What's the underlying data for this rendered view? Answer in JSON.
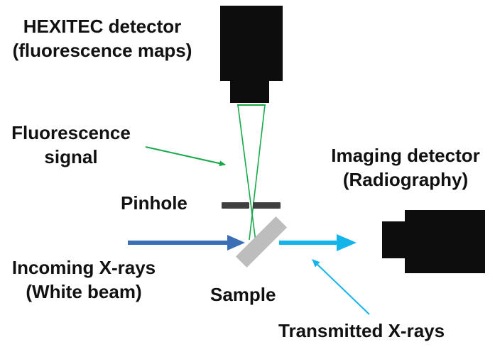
{
  "labels": {
    "hexitec_line1": "HEXITEC detector",
    "hexitec_line2": "(fluorescence maps)",
    "fluorescence_line1": "Fluorescence",
    "fluorescence_line2": "signal",
    "pinhole": "Pinhole",
    "incoming_line1": "Incoming X-rays",
    "incoming_line2": "(White beam)",
    "sample": "Sample",
    "imaging_line1": "Imaging detector",
    "imaging_line2": "(Radiography)",
    "transmitted": "Transmitted X-rays"
  },
  "colors": {
    "detector_body": "#0d0d0d",
    "fluorescence_green": "#18a84a",
    "incoming_blue": "#3a6fb5",
    "transmitted_cyan": "#12b4ea",
    "pinhole_gray": "#3f3f3f",
    "sample_gray": "#bdbdbd"
  }
}
